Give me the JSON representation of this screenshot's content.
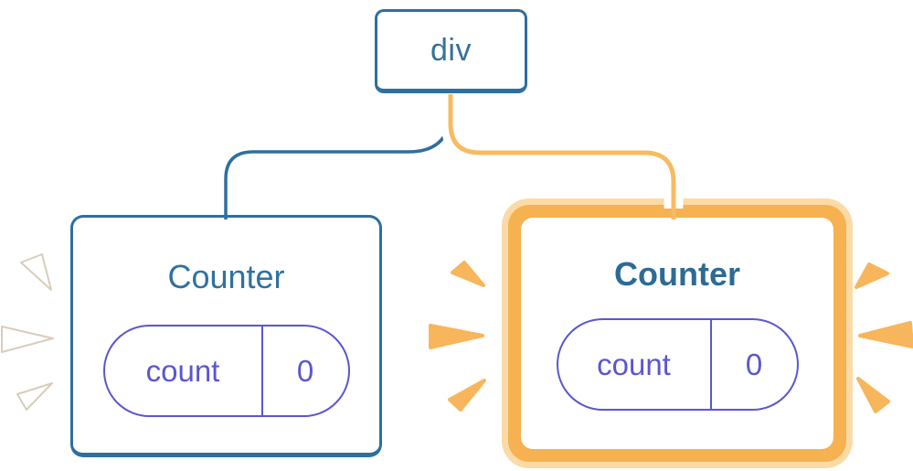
{
  "tree": {
    "root": {
      "label": "div"
    },
    "children": [
      {
        "label": "Counter",
        "state_key": "count",
        "state_value": "0",
        "highlighted": false
      },
      {
        "label": "Counter",
        "state_key": "count",
        "state_value": "0",
        "highlighted": true
      }
    ]
  },
  "colors": {
    "node_blue": "#2E6F9F",
    "state_indigo": "#5B57CF",
    "highlight_orange": "#F6B150",
    "highlight_orange_light": "#FBDAA6",
    "connector_orange": "#F7BB62",
    "spark_orange": "#F7B65C",
    "card_background": "#FFFFFF"
  }
}
